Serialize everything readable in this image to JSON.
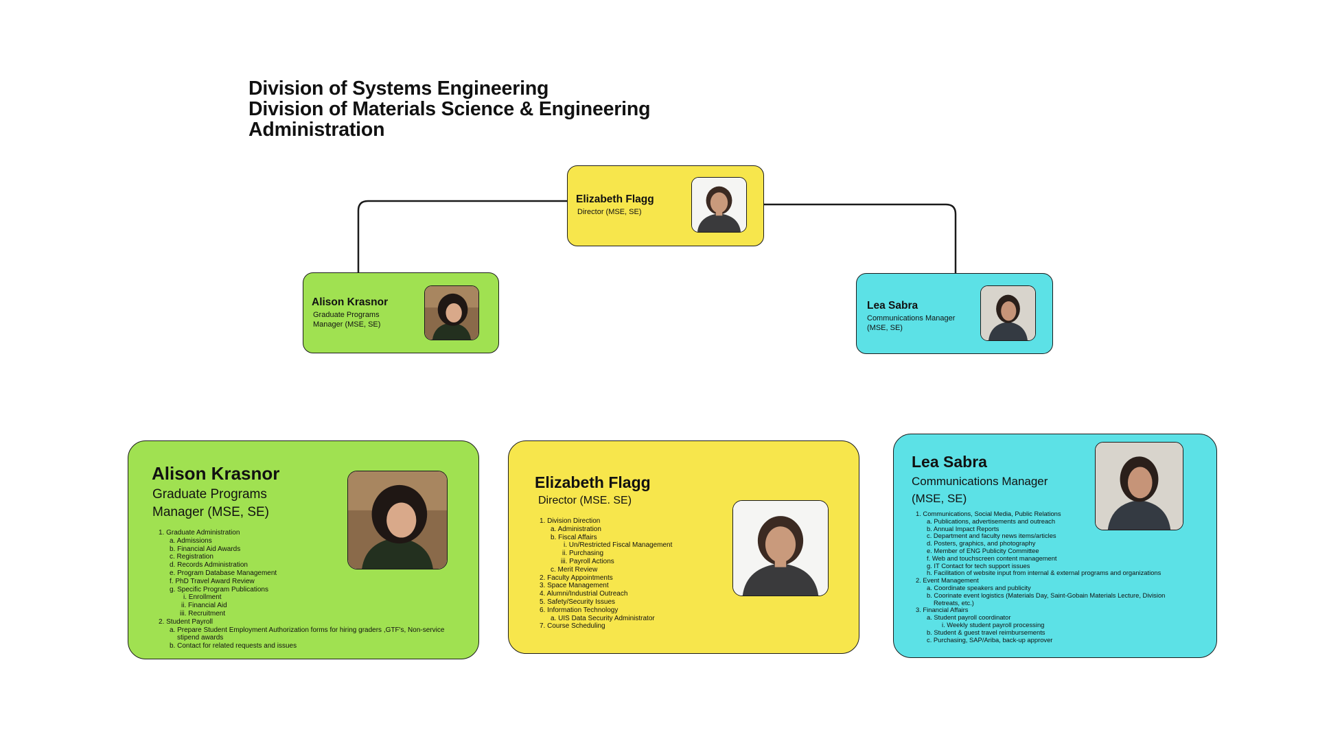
{
  "title": {
    "lines": [
      "Division of Systems Engineering",
      "Division of Materials Science & Engineering",
      "Administration"
    ]
  },
  "colors": {
    "green": "#a0e151",
    "yellow": "#f7e64c",
    "cyan": "#5ce1e6",
    "border": "#1a1a1a"
  },
  "org": {
    "director": {
      "name": "Elizabeth Flagg",
      "role": "Director (MSE, SE)",
      "photo_icon": "person-photo-icon"
    },
    "left": {
      "name": "Alison Krasnor",
      "role_line1": "Graduate Programs",
      "role_line2": "Manager (MSE, SE)",
      "photo_icon": "person-photo-icon"
    },
    "right": {
      "name": "Lea Sabra",
      "role_line1": "Communications Manager",
      "role_line2": "(MSE, SE)",
      "photo_icon": "person-photo-icon"
    }
  },
  "cards": {
    "alison": {
      "name": "Alison Krasnor",
      "role_line1": "Graduate Programs",
      "role_line2": "Manager (MSE, SE)",
      "duties": [
        "1. Graduate Administration",
        "a. Admissions",
        "b. Financial Aid Awards",
        "c. Registration",
        "d. Records Administration",
        "e. Program Database Management",
        "f. PhD Travel Award Review",
        "g. Specific Program Publications",
        "i. Enrollment",
        "ii. Financial Aid",
        "iii. Recruitment",
        "2. Student Payroll",
        "a. Prepare Student Employment Authorization forms for hiring graders ,GTF's, Non-service",
        "stipend awards",
        "b. Contact for related requests and issues"
      ]
    },
    "elizabeth": {
      "name": "Elizabeth Flagg",
      "role_line1": "Director (MSE. SE)",
      "duties": [
        "1. Division Direction",
        "a. Administration",
        "b. Fiscal Affairs",
        "i. Un/Restricted Fiscal Management",
        "ii. Purchasing",
        "iii. Payroll Actions",
        "c. Merit Review",
        "2. Faculty Appointments",
        "3. Space Management",
        "4. Alumni/Industrial Outreach",
        "5. Safety/Security Issues",
        "6. Information Technology",
        "a. UIS Data Security Administrator",
        "7. Course Scheduling"
      ]
    },
    "lea": {
      "name": "Lea Sabra",
      "role_line1": "Communications Manager",
      "role_line2": "(MSE, SE)",
      "duties": [
        "1. Communications, Social Media, Public Relations",
        "a. Publications, advertisements and outreach",
        "b. Annual Impact Reports",
        "c. Department and faculty news items/articles",
        "d. Posters, graphics, and photography",
        "e. Member of ENG Publicity Committee",
        "f. Web and touchscreen content management",
        "g. IT Contact for tech support issues",
        "h. Facilitation of website input from internal & external programs and organizations",
        "2. Event Management",
        "a. Coordinate speakers and publicity",
        "b. Coorinate event logistics (Materials Day, Saint-Gobain Materials Lecture, Division",
        "Retreats, etc.)",
        "3. Financial Affairs",
        "a. Student payroll coordinator",
        "i. Weekly student payroll processing",
        "b. Student & guest travel reimbursements",
        "c. Purchasing, SAP/Ariba, back-up approver"
      ]
    }
  }
}
